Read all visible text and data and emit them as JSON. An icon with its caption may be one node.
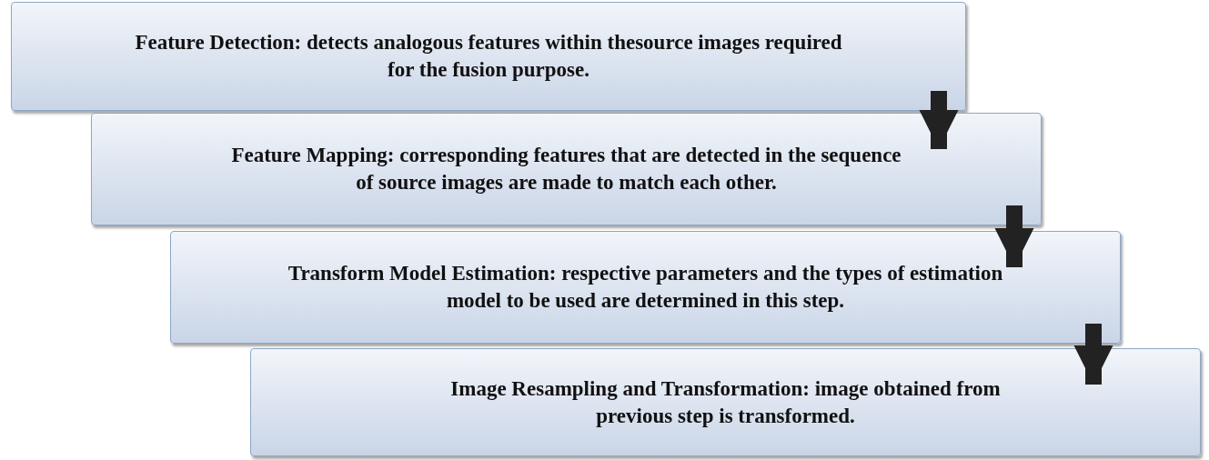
{
  "diagram": {
    "nodes": [
      {
        "text": [
          "Feature Detection: detects analogous features within thesource images required for the fusion purpose."
        ]
      },
      {
        "text": [
          "Feature Mapping: corresponding features that are detected in the sequence of source images are made to match each other."
        ]
      },
      {
        "text": [
          "Transform Model Estimation: respective parameters and the types of estimation model to be used are determined in this step."
        ]
      },
      {
        "text": [
          "Image Resampling and Transformation: image obtained from previous step is transformed."
        ]
      }
    ],
    "edges": [
      {
        "from": 0,
        "to": 1,
        "arrow": "to"
      },
      {
        "from": 1,
        "to": 2,
        "arrow": "to"
      },
      {
        "from": 2,
        "to": 3,
        "arrow": "to"
      }
    ]
  }
}
